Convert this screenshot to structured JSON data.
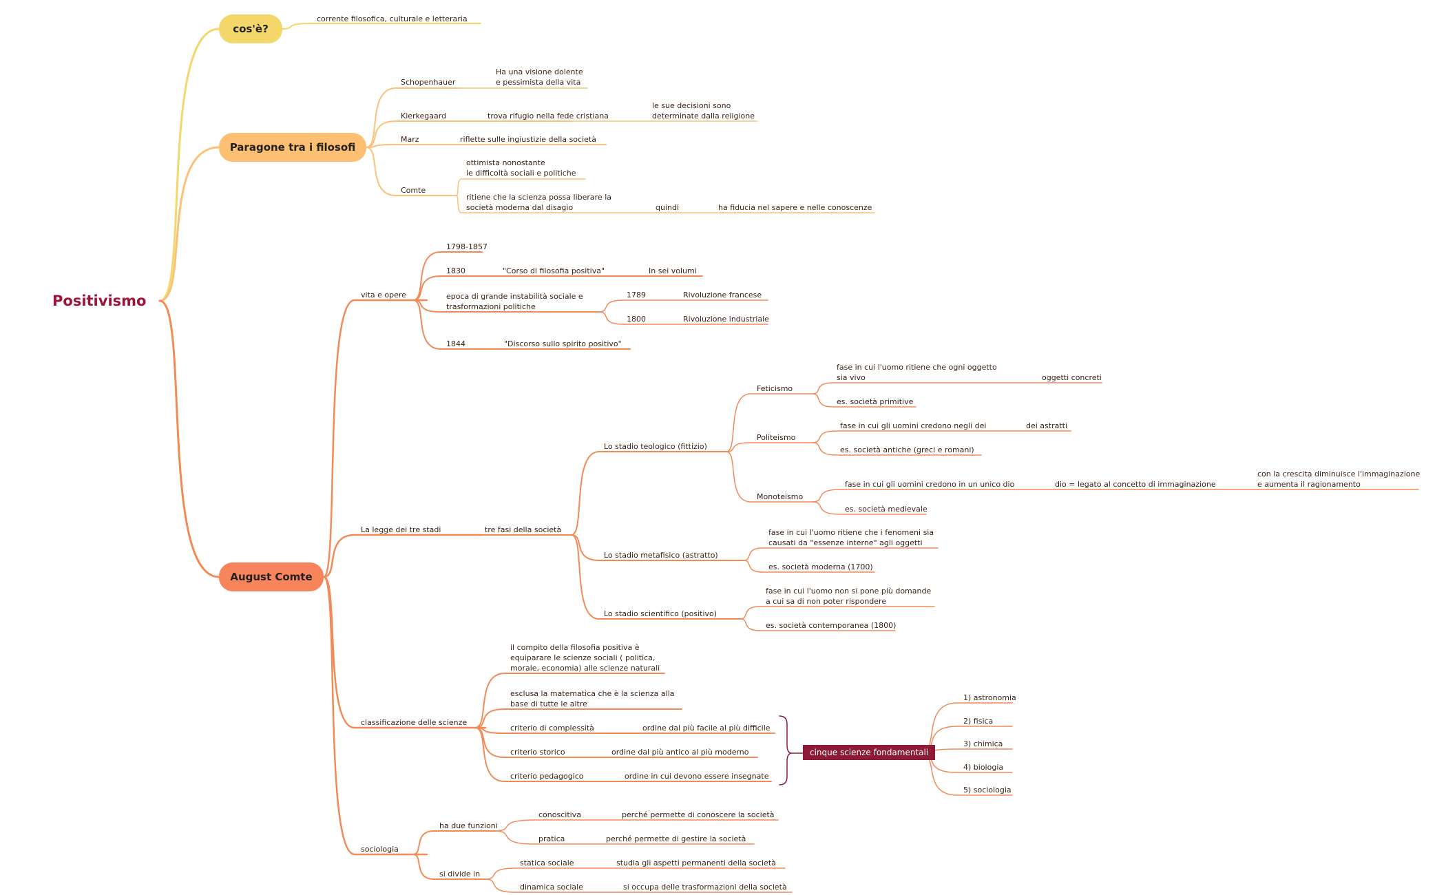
{
  "root": "Positivismo",
  "topics": {
    "cose": "cos'è?",
    "paragone": "Paragone tra i filosofi",
    "comte": "August Comte"
  },
  "cose": {
    "def": "corrente filosofica, culturale e letteraria"
  },
  "paragone": {
    "schopenhauer": "Schopenhauer",
    "schopenhauer_desc": "Ha una visione dolente\ne pessimista della vita",
    "kierkegaard": "Kierkegaard",
    "kierkegaard_desc": "trova rifugio nella fede cristiana",
    "kierkegaard_desc2": "le sue decisioni sono\ndeterminate dalla religione",
    "marz": "Marz",
    "marz_desc": "riflette sulle ingiustizie della società",
    "comte": "Comte",
    "comte_desc1": "ottimista nonostante\nle difficoltà sociali e politiche",
    "comte_desc2": "ritiene che la scienza possa liberare la\nsocietà moderna dal disagio",
    "quindi": "quindi",
    "fiducia": "ha fiducia nel sapere e nelle conoscenze"
  },
  "vita": {
    "label": "vita e opere",
    "years": "1798-1857",
    "y1830": "1830",
    "corso": "\"Corso di filosofia positiva\"",
    "volumi": "In sei volumi",
    "epoca": "epoca di grande instabilità sociale e\ntrasformazioni politiche",
    "y1789": "1789",
    "rivfr": "Rivoluzione francese",
    "y1800": "1800",
    "rivind": "Rivoluzione industriale",
    "y1844": "1844",
    "discorso": "\"Discorso sullo spirito positivo\""
  },
  "legge": {
    "label": "La legge dei tre stadi",
    "tre": "tre fasi della società",
    "teologico": "Lo stadio teologico (fittizio)",
    "feticismo": "Feticismo",
    "fet1": "fase in cui l'uomo ritiene che ogni oggetto\nsia vivo",
    "fet1b": "oggetti concreti",
    "fet2": "es. società primitive",
    "politeismo": "Politeismo",
    "pol1": "fase in cui gli uomini credono negli dei",
    "pol1b": "dei astratti",
    "pol2": "es. società antiche (greci e romani)",
    "monoteismo": "Monoteismo",
    "mon1": "fase in cui gli uomini credono in un unico dio",
    "mon1b": "dio = legato al concetto di immaginazione",
    "mon1c": "con la crescita diminuisce l'immaginazione\ne aumenta il ragionamento",
    "mon2": "es. società medievale",
    "metafisico": "Lo stadio metafisico (astratto)",
    "met1": "fase in cui l'uomo ritiene che i fenomeni sia\ncausati da \"essenze interne\" agli oggetti",
    "met2": "es. società moderna (1700)",
    "scientifico": "Lo stadio scientifico (positivo)",
    "sci1": "fase in cui l'uomo non si pone più domande\na cui sa di non poter rispondere",
    "sci2": "es. società contemporanea (1800)"
  },
  "classif": {
    "label": "classificazione delle scienze",
    "compito": "il compito della filosofia positiva è\nequiparare le scienze sociali ( politica,\nmorale, economia) alle scienze naturali",
    "esclusa": "esclusa la matematica che è la scienza alla\nbase di tutte le altre",
    "crit1": "criterio di complessità",
    "crit1d": "ordine dal più facile al più difficile",
    "crit2": "criterio storico",
    "crit2d": "ordine dal più antico al più moderno",
    "crit3": "criterio pedagogico",
    "crit3d": "ordine in cui devono essere insegnate",
    "cinque": "cinque scienze fondamentali",
    "sciences": [
      "1) astronomia",
      "2) fisica",
      "3) chimica",
      "4) biologia",
      "5) sociologia"
    ]
  },
  "socio": {
    "label": "sociologia",
    "funzioni": "ha due funzioni",
    "conoscitiva": "conoscitiva",
    "conoscitiva_d": "perché permette di conoscere la società",
    "pratica": "pratica",
    "pratica_d": "perché permette di gestire la società",
    "divide": "si divide in",
    "statica": "statica sociale",
    "statica_d": "studia gli aspetti permanenti della società",
    "dinamica": "dinamica sociale",
    "dinamica_d": "si occupa delle trasformazioni della società"
  },
  "colors": {
    "root": "#9a1538",
    "cose": "#f3d76b",
    "paragone": "#fdbf72",
    "comte": "#f7845a",
    "branch_comte": "#f28a58",
    "summary": "#8d1b35"
  }
}
